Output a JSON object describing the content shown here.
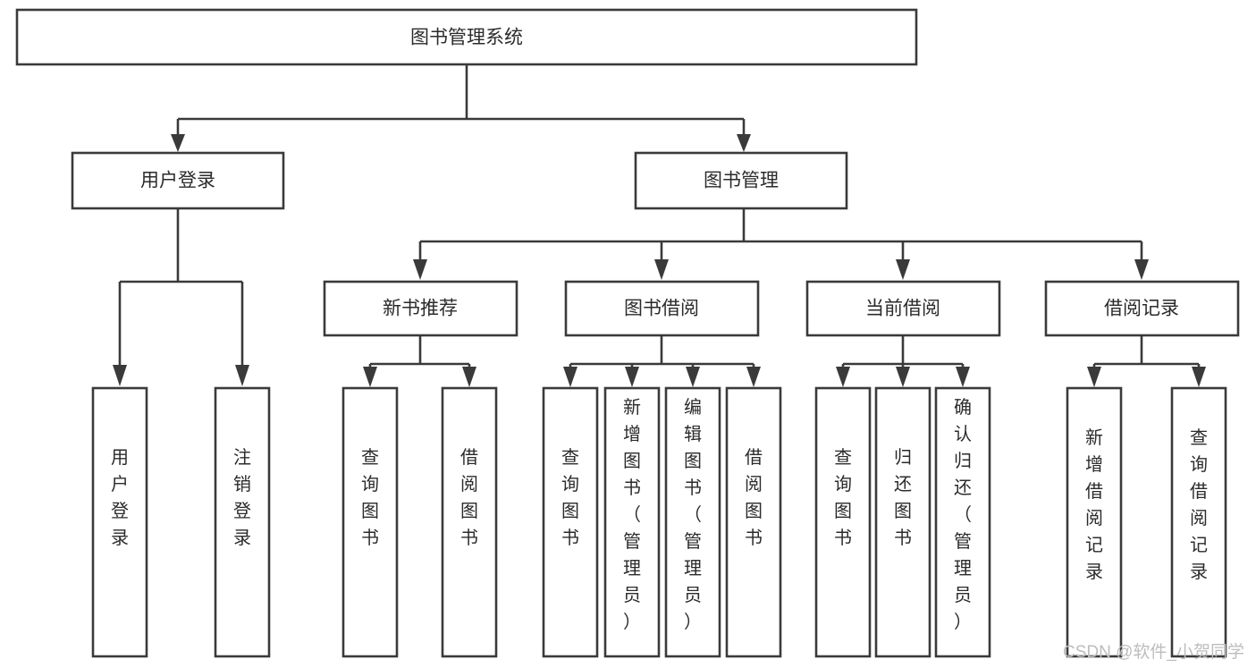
{
  "diagram": {
    "type": "hierarchy-tree",
    "title": "图书管理系统",
    "orientation": "top-down",
    "levels": 4,
    "nodes": {
      "root": {
        "label": "图书管理系统"
      },
      "level2": [
        {
          "id": "user-login",
          "label": "用户登录"
        },
        {
          "id": "book-manage",
          "label": "图书管理"
        }
      ],
      "level3": [
        {
          "id": "new-book-recommend",
          "label": "新书推荐"
        },
        {
          "id": "book-borrow",
          "label": "图书借阅"
        },
        {
          "id": "current-borrow",
          "label": "当前借阅"
        },
        {
          "id": "borrow-record",
          "label": "借阅记录"
        }
      ],
      "leaves": {
        "user-login": [
          {
            "id": "leaf-user-login",
            "label": "用户登录"
          },
          {
            "id": "leaf-user-logout",
            "label": "注销登录"
          }
        ],
        "new-book-recommend": [
          {
            "id": "leaf-query-book-1",
            "label": "查询图书"
          },
          {
            "id": "leaf-borrow-book-1",
            "label": "借阅图书"
          }
        ],
        "book-borrow": [
          {
            "id": "leaf-query-book-2",
            "label": "查询图书"
          },
          {
            "id": "leaf-add-book",
            "label": "新增图书（管理员）"
          },
          {
            "id": "leaf-edit-book",
            "label": "编辑图书（管理员）"
          },
          {
            "id": "leaf-borrow-book-2",
            "label": "借阅图书"
          }
        ],
        "current-borrow": [
          {
            "id": "leaf-query-book-3",
            "label": "查询图书"
          },
          {
            "id": "leaf-return-book",
            "label": "归还图书"
          },
          {
            "id": "leaf-confirm-return",
            "label": "确认归还（管理员）"
          }
        ],
        "borrow-record": [
          {
            "id": "leaf-add-record",
            "label": "新增借阅记录"
          },
          {
            "id": "leaf-query-record",
            "label": "查询借阅记录"
          }
        ]
      }
    },
    "colors": {
      "box_fill": "#ffffff",
      "box_stroke": "#3a3a3a",
      "text": "#2b2b2b",
      "background": "#ffffff",
      "watermark": "#bdbdbd"
    }
  },
  "watermark": {
    "text": "CSDN @软件_小贺同学"
  }
}
